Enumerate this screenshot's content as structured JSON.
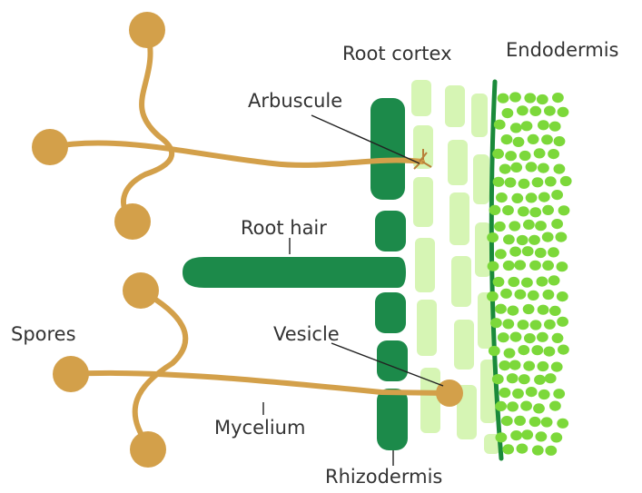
{
  "labels": {
    "root_cortex": "Root cortex",
    "endodermis": "Endodermis",
    "arbuscule": "Arbuscule",
    "root_hair": "Root hair",
    "spores": "Spores",
    "vesicle": "Vesicle",
    "mycelium": "Mycelium",
    "rhizodermis": "Rhizodermis"
  },
  "colors": {
    "fungus": "#d3a04a",
    "rhizodermis": "#1c8a4a",
    "cortex_cell": "#d6f5b4",
    "endodermis": "#1a8a3a",
    "chloroplast": "#7cd83a",
    "leader": "#222222",
    "text": "#333333"
  }
}
